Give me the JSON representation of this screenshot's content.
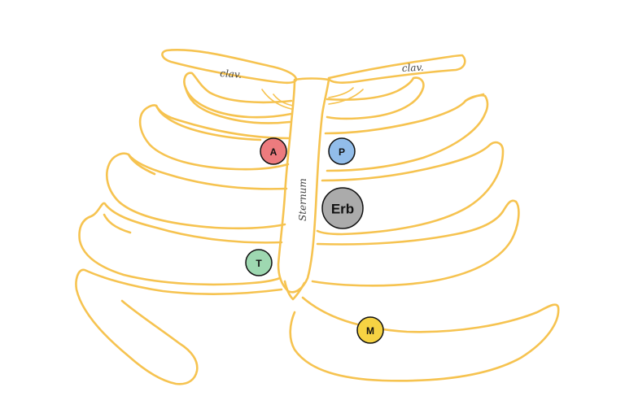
{
  "labels": {
    "clav_left": "clav.",
    "clav_right": "clav.",
    "sternum": "Sternum"
  },
  "markers": {
    "aortic": {
      "label": "A",
      "color": "#EC7B7E"
    },
    "pulmonic": {
      "label": "P",
      "color": "#92BDEA"
    },
    "erb": {
      "label": "Erb",
      "color": "#ABABAB"
    },
    "tricuspid": {
      "label": "T",
      "color": "#9ED8B1"
    },
    "mitral": {
      "label": "M",
      "color": "#F6D343"
    }
  },
  "colors": {
    "bone": "#F6C350",
    "outline": "#111111"
  }
}
